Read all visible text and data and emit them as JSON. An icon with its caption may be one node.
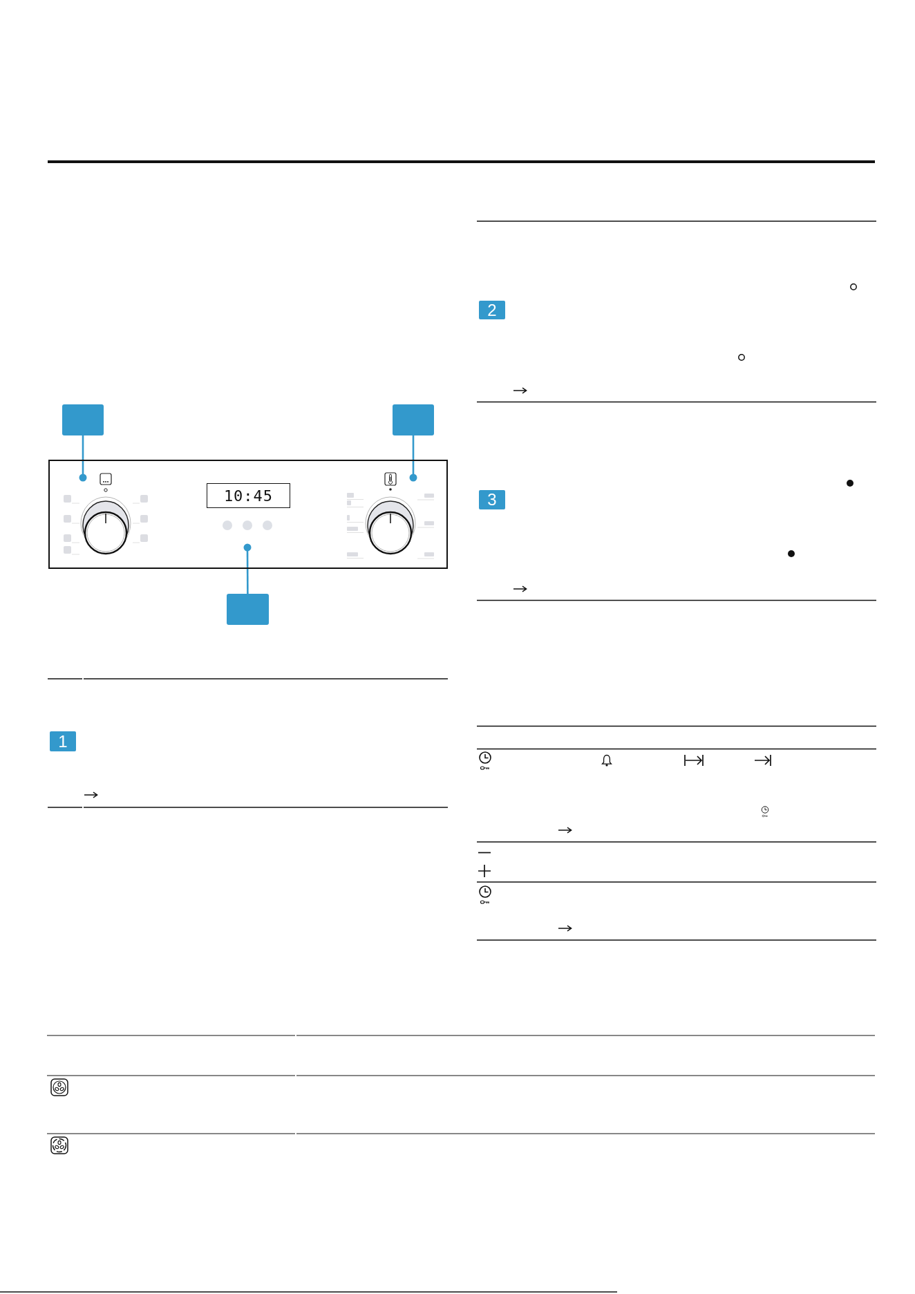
{
  "diagram": {
    "nodes": [
      {
        "text": [],
        "shape": "box"
      },
      {
        "text": [],
        "shape": "box"
      },
      {
        "text": [],
        "shape": "box"
      },
      {
        "text": [
          "10:45"
        ],
        "in": 2
      },
      {
        "text": [],
        "shape": "box"
      },
      {
        "text": [
          "1"
        ]
      },
      {
        "text": [
          "2"
        ]
      },
      {
        "text": [
          "3"
        ]
      }
    ],
    "edges": [
      {
        "from": 0,
        "to": 2,
        "arrow": "other"
      },
      {
        "from": 1,
        "to": 2,
        "arrow": "other"
      },
      {
        "from": 4,
        "to": 2,
        "arrow": "other"
      }
    ]
  }
}
